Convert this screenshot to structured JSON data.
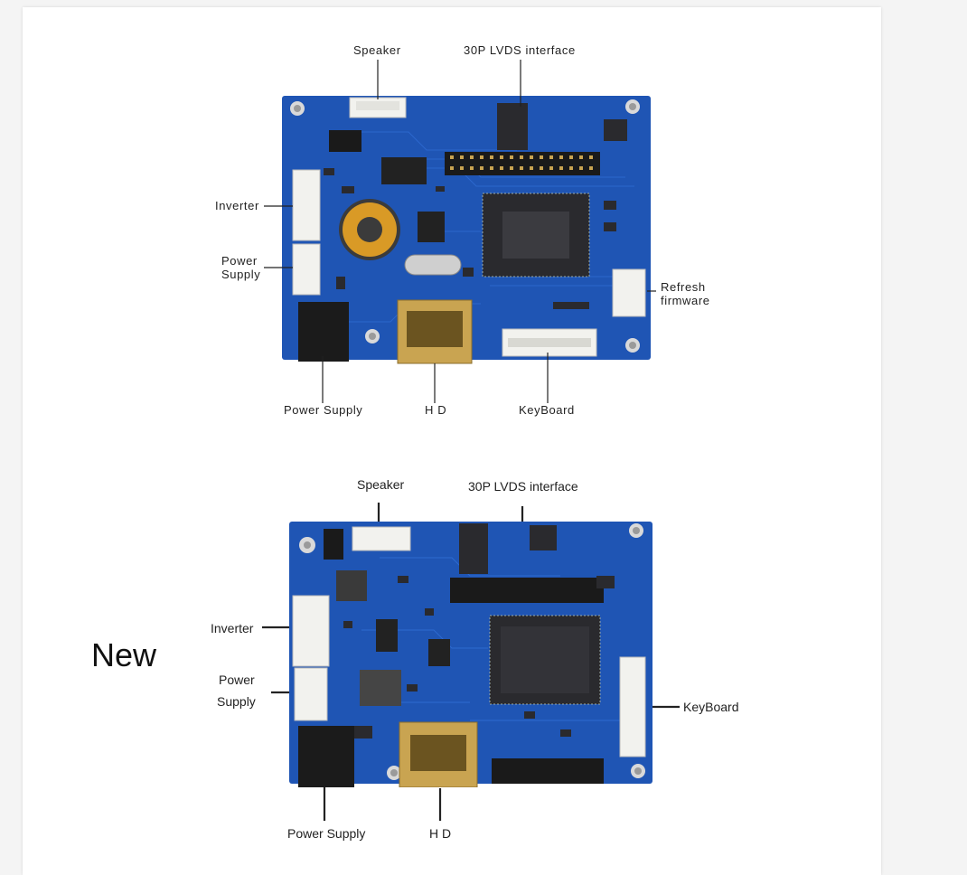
{
  "top_board": {
    "speaker": "Speaker",
    "lvds": "30P LVDS interface",
    "inverter": "Inverter",
    "power_supply_side_1": "Power",
    "power_supply_side_2": "Supply",
    "refresh_1": "Refresh",
    "refresh_2": "firmware",
    "power_supply_bottom": "Power Supply",
    "hd": "H D",
    "keyboard": "KeyBoard"
  },
  "bottom_board": {
    "new": "New",
    "speaker": "Speaker",
    "lvds": "30P LVDS interface",
    "inverter": "Inverter",
    "power_1": "Power",
    "power_2": "Supply",
    "keyboard": "KeyBoard",
    "power_supply_bottom": "Power Supply",
    "hd": "H D"
  },
  "colors": {
    "pcb_blue": "#1f55b4",
    "pcb_dark": "#163f8c",
    "chip": "#2a2a2e",
    "connector_white": "#f2f2ee",
    "gold": "#c9a451"
  }
}
